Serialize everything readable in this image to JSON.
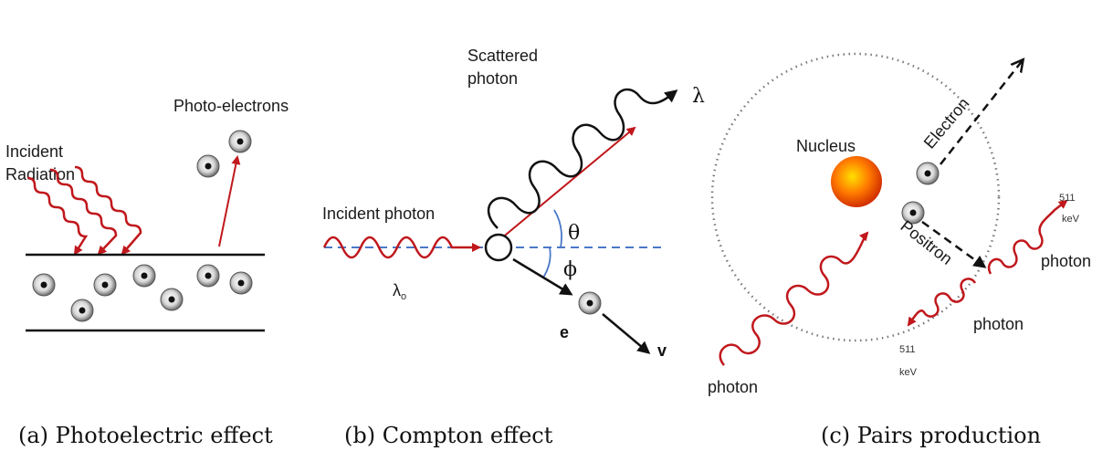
{
  "panel_a": {
    "incident_radiation_line1": "Incident",
    "incident_radiation_line2": "Radiation",
    "photo_electrons": "Photo-electrons",
    "caption": "(a) Photoelectric effect"
  },
  "panel_b": {
    "scattered_photon_line1": "Scattered",
    "scattered_photon_line2": "photon",
    "lambda": "λ",
    "incident_photon": "Incident photon",
    "theta": "θ",
    "phi": "ϕ",
    "lambda_0": "λ",
    "lambda_0_sub": "o",
    "electron": "e",
    "velocity": "v",
    "caption": "(b) Compton effect"
  },
  "panel_c": {
    "nucleus": "Nucleus",
    "electron": "Electron",
    "positron": "Positron",
    "kev_value": "511",
    "kev_unit": "keV",
    "photon": "photon",
    "caption": "(c) Pairs production"
  },
  "colors": {
    "photon_red": "#c0181c",
    "dashed_blue": "#4a78c8",
    "nucleus_orange": "#ff7a00"
  }
}
